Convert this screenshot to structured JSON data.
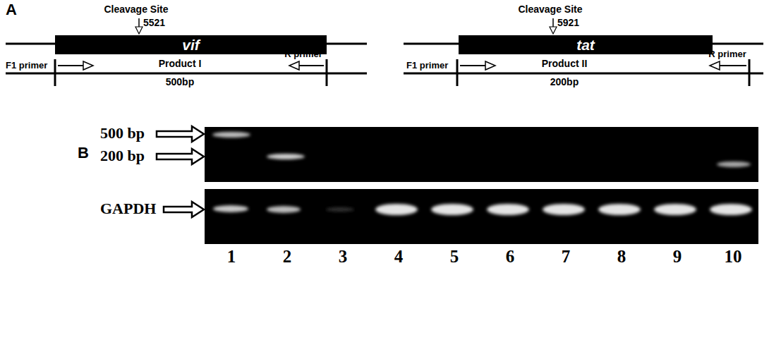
{
  "diagram": {
    "nodes": [
      {
        "text": [
          "vif"
        ]
      },
      {
        "text": [
          "tat"
        ]
      }
    ],
    "labels": [
      "A",
      "Cleavage Site",
      "5521",
      "F1 primer",
      "R primer",
      "Product I",
      "500bp",
      "Cleavage Site",
      "5921",
      "F1 primer",
      "R primer",
      "Product II",
      "200bp",
      "B",
      "500 bp",
      "200 bp",
      "GAPDH",
      "1",
      "2",
      "3",
      "4",
      "5",
      "6",
      "7",
      "8",
      "9",
      "10"
    ]
  }
}
